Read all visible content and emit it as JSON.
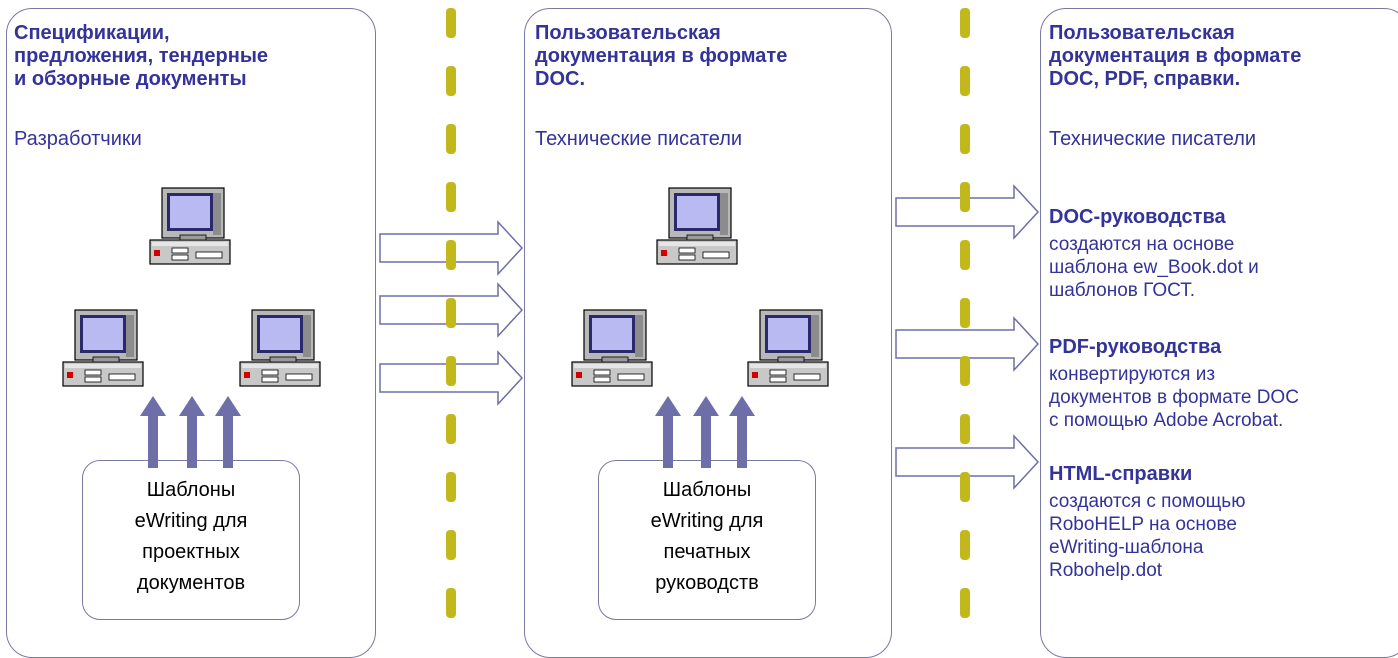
{
  "panels": [
    {
      "title": [
        "Спецификации,",
        "предложения, тендерные",
        "и обзорные документы"
      ],
      "subtitle": "Разработчики",
      "template_lines": [
        "Шаблоны",
        "eWriting для",
        "проектных",
        "документов"
      ]
    },
    {
      "title": [
        "Пользовательская",
        "документация в формате",
        "DOC."
      ],
      "subtitle": "Технические писатели",
      "template_lines": [
        "Шаблоны",
        "eWriting для",
        "печатных",
        "руководств"
      ]
    },
    {
      "title": [
        "Пользовательская",
        "документация в формате",
        "DOC, PDF, справки."
      ],
      "subtitle": "Технические писатели",
      "outputs": [
        {
          "title": "DOC-руководства",
          "lines": [
            "создаются на основе",
            "шаблона ew_Book.dot и",
            "шаблонов ГОСТ."
          ]
        },
        {
          "title": "PDF-руководства",
          "lines": [
            "конвертируются из",
            "документов в формате DOC",
            "с помощью Adobe Acrobat."
          ]
        },
        {
          "title": "HTML-справки",
          "lines": [
            "создаются с помощью",
            "RoboHELP на основе",
            "eWriting-шаблона",
            "Robohelp.dot"
          ]
        }
      ]
    }
  ],
  "colors": {
    "text_accent": "#333399",
    "divider": "#c2b81c",
    "up_arrow": "#6e6ea8",
    "panel_border": "#7a7aa0"
  },
  "icons": [
    "computer-icon",
    "arrow-right-icon",
    "arrow-up-icon"
  ]
}
